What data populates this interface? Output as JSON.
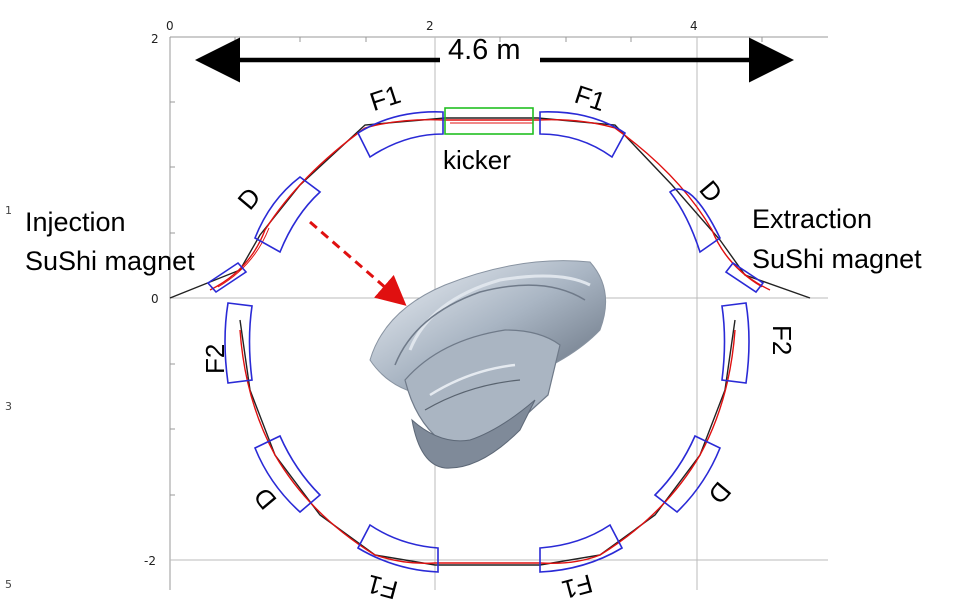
{
  "span_label": "4.6 m",
  "kicker_label": "kicker",
  "injection": {
    "line1": "Injection",
    "line2": "SuShi magnet"
  },
  "extraction": {
    "line1": "Extraction",
    "line2": "SuShi magnet"
  },
  "magnet_labels": {
    "f1_top_left": "F1",
    "f1_top_right": "F1",
    "d_upper_left": "D",
    "d_upper_right": "D",
    "f2_left": "F2",
    "f2_right": "F2",
    "d_lower_left": "D",
    "d_lower_right": "D",
    "f1_bottom_left": "F1",
    "f1_bottom_right": "F1"
  },
  "x_ticks": [
    "0",
    "2",
    "4"
  ],
  "y_ticks": [
    "2",
    "0",
    "-2"
  ],
  "margin_numbers": [
    "1",
    "3",
    "5"
  ],
  "colors": {
    "magnet_outline": "#2a2ad6",
    "beam_orbit": "#e01010",
    "kicker_box": "#22c022",
    "inset_arrow": "#e01010",
    "axis_grid": "#999999"
  }
}
